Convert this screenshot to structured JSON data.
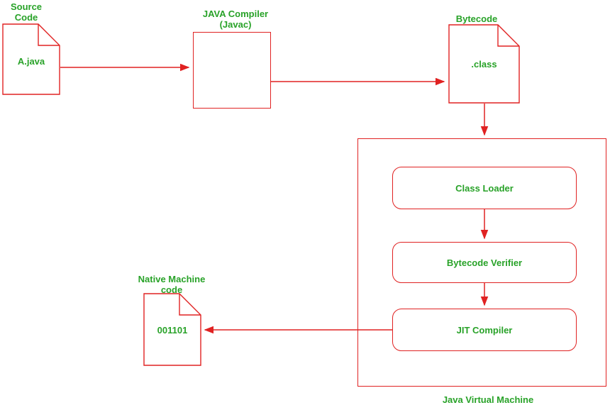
{
  "colors": {
    "label_green": "#28a228",
    "shape_red": "#e02222",
    "background": "#ffffff"
  },
  "nodes": {
    "source": {
      "label_line1": "Source",
      "label_line2": "Code",
      "doc_text": "A.java"
    },
    "compiler": {
      "label_line1": "JAVA Compiler",
      "label_line2": "(Javac)"
    },
    "bytecode": {
      "label": "Bytecode",
      "doc_text": ".class"
    },
    "jvm": {
      "label": "Java Virtual Machine",
      "stages": [
        {
          "label": "Class Loader"
        },
        {
          "label": "Bytecode Verifier"
        },
        {
          "label": "JIT Compiler"
        }
      ]
    },
    "native": {
      "label_line1": "Native Machine",
      "label_line2": "code",
      "doc_text": "001101"
    }
  }
}
